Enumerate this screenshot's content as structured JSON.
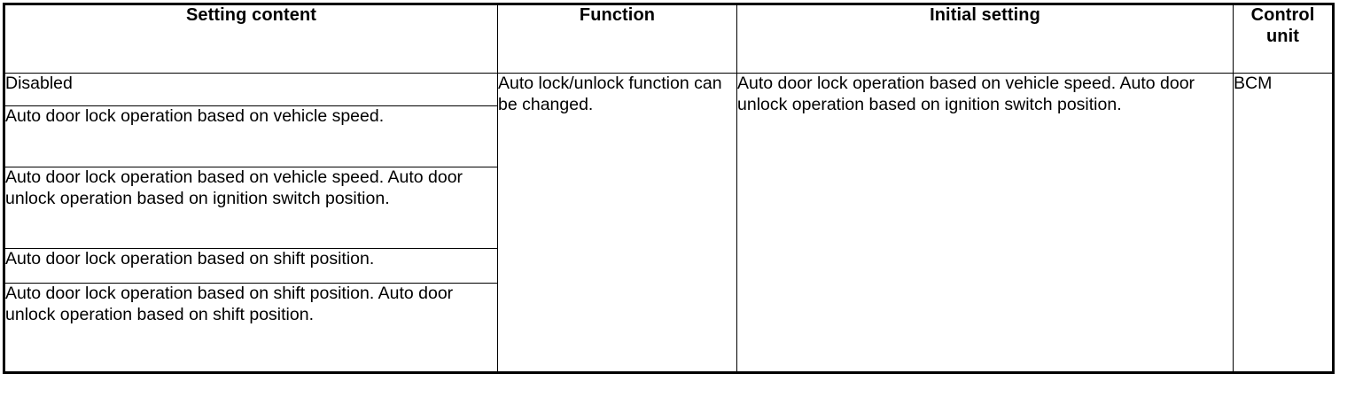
{
  "table": {
    "headers": [
      {
        "label": "Setting content"
      },
      {
        "label": "Function"
      },
      {
        "label": "Initial setting"
      },
      {
        "label": "Control unit"
      }
    ],
    "setting_content_rows": [
      "Disabled",
      "Auto door lock operation based on vehicle speed.",
      "Auto door lock operation based on vehicle speed. Auto door unlock operation based on ignition switch position.",
      "Auto door lock operation based on shift position.",
      "Auto door lock operation based on shift position. Auto door unlock operation based on shift position."
    ],
    "function": "Auto lock/unlock function can be changed.",
    "initial_setting": "Auto door lock operation based on vehicle speed. Auto door unlock operation based on ignition switch position.",
    "control_unit": "BCM"
  },
  "style": {
    "border_color": "#000000",
    "text_color": "#000000",
    "background": "#ffffff"
  }
}
